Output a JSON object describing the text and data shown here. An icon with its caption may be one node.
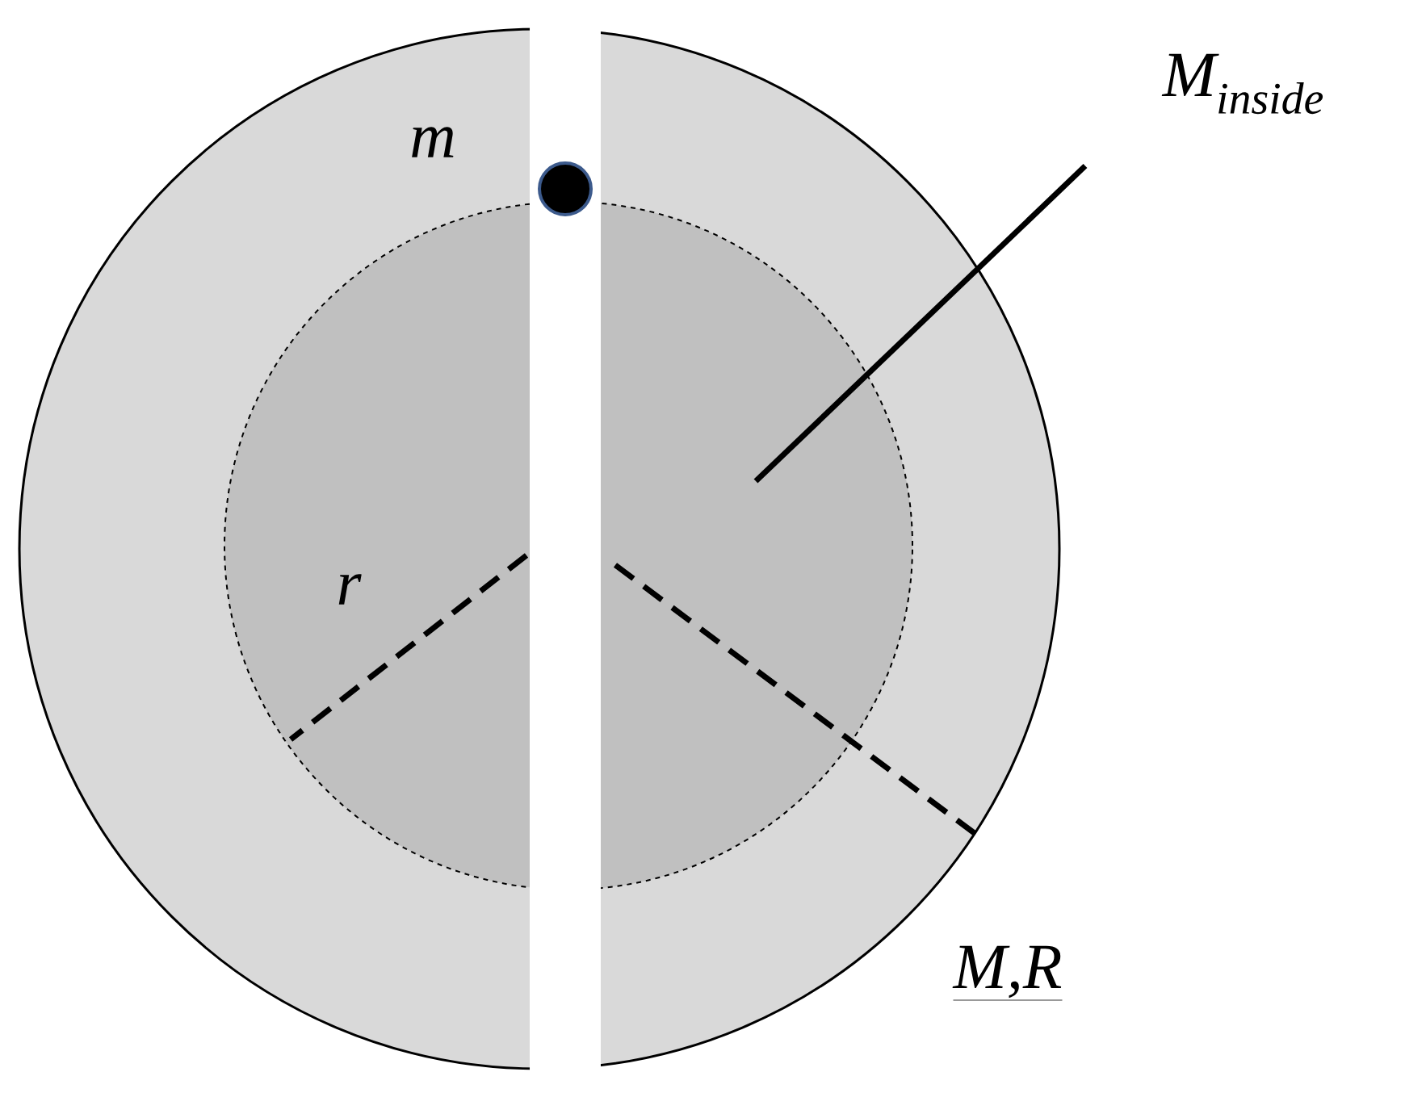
{
  "diagram": {
    "nodes": [
      {
        "text": [
          "M$_{inside}$"
        ]
      },
      {
        "text": [],
        "shape": "circle"
      }
    ],
    "edges": [
      {
        "from": 0,
        "to": 1,
        "arrow": "none"
      }
    ],
    "labels": [
      "m",
      "r",
      "M,R"
    ]
  }
}
